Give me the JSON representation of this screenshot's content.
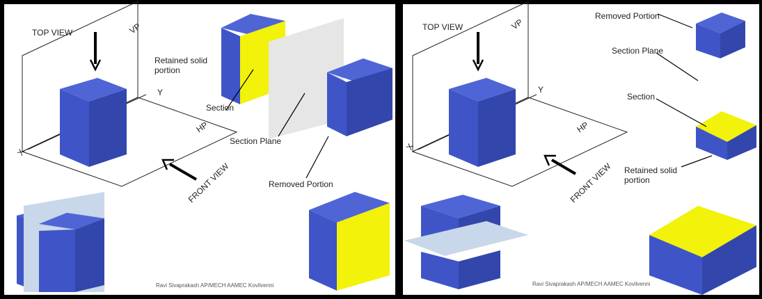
{
  "colors": {
    "cube_top": "#4f65d6",
    "cube_front": "#3f55c7",
    "cube_side": "#3346ab",
    "section": "#f2f20a",
    "plane": "#e6e6e6",
    "plane_blue": "#c8d8ea",
    "frame": "#000000"
  },
  "left": {
    "top_view": "TOP VIEW",
    "vp": "VP",
    "y": "Y",
    "x": "X",
    "hp": "HP",
    "front_view": "FRONT VIEW",
    "retained": "Retained solid\nportion",
    "section": "Section",
    "section_plane": "Section Plane",
    "removed": "Removed Portion",
    "credit": "Ravi Sivaprakash AP/MECH AAMEC Kovilvenni"
  },
  "right": {
    "top_view": "TOP VIEW",
    "vp": "VP",
    "y": "Y",
    "x": "X",
    "hp": "HP",
    "front_view": "FRONT VIEW",
    "removed": "Removed Portion",
    "section_plane": "Section Plane",
    "section": "Section",
    "retained": "Retained solid\nportion",
    "credit": "Ravi Sivaprakash AP/MECH AAMEC Kovilvenni"
  }
}
